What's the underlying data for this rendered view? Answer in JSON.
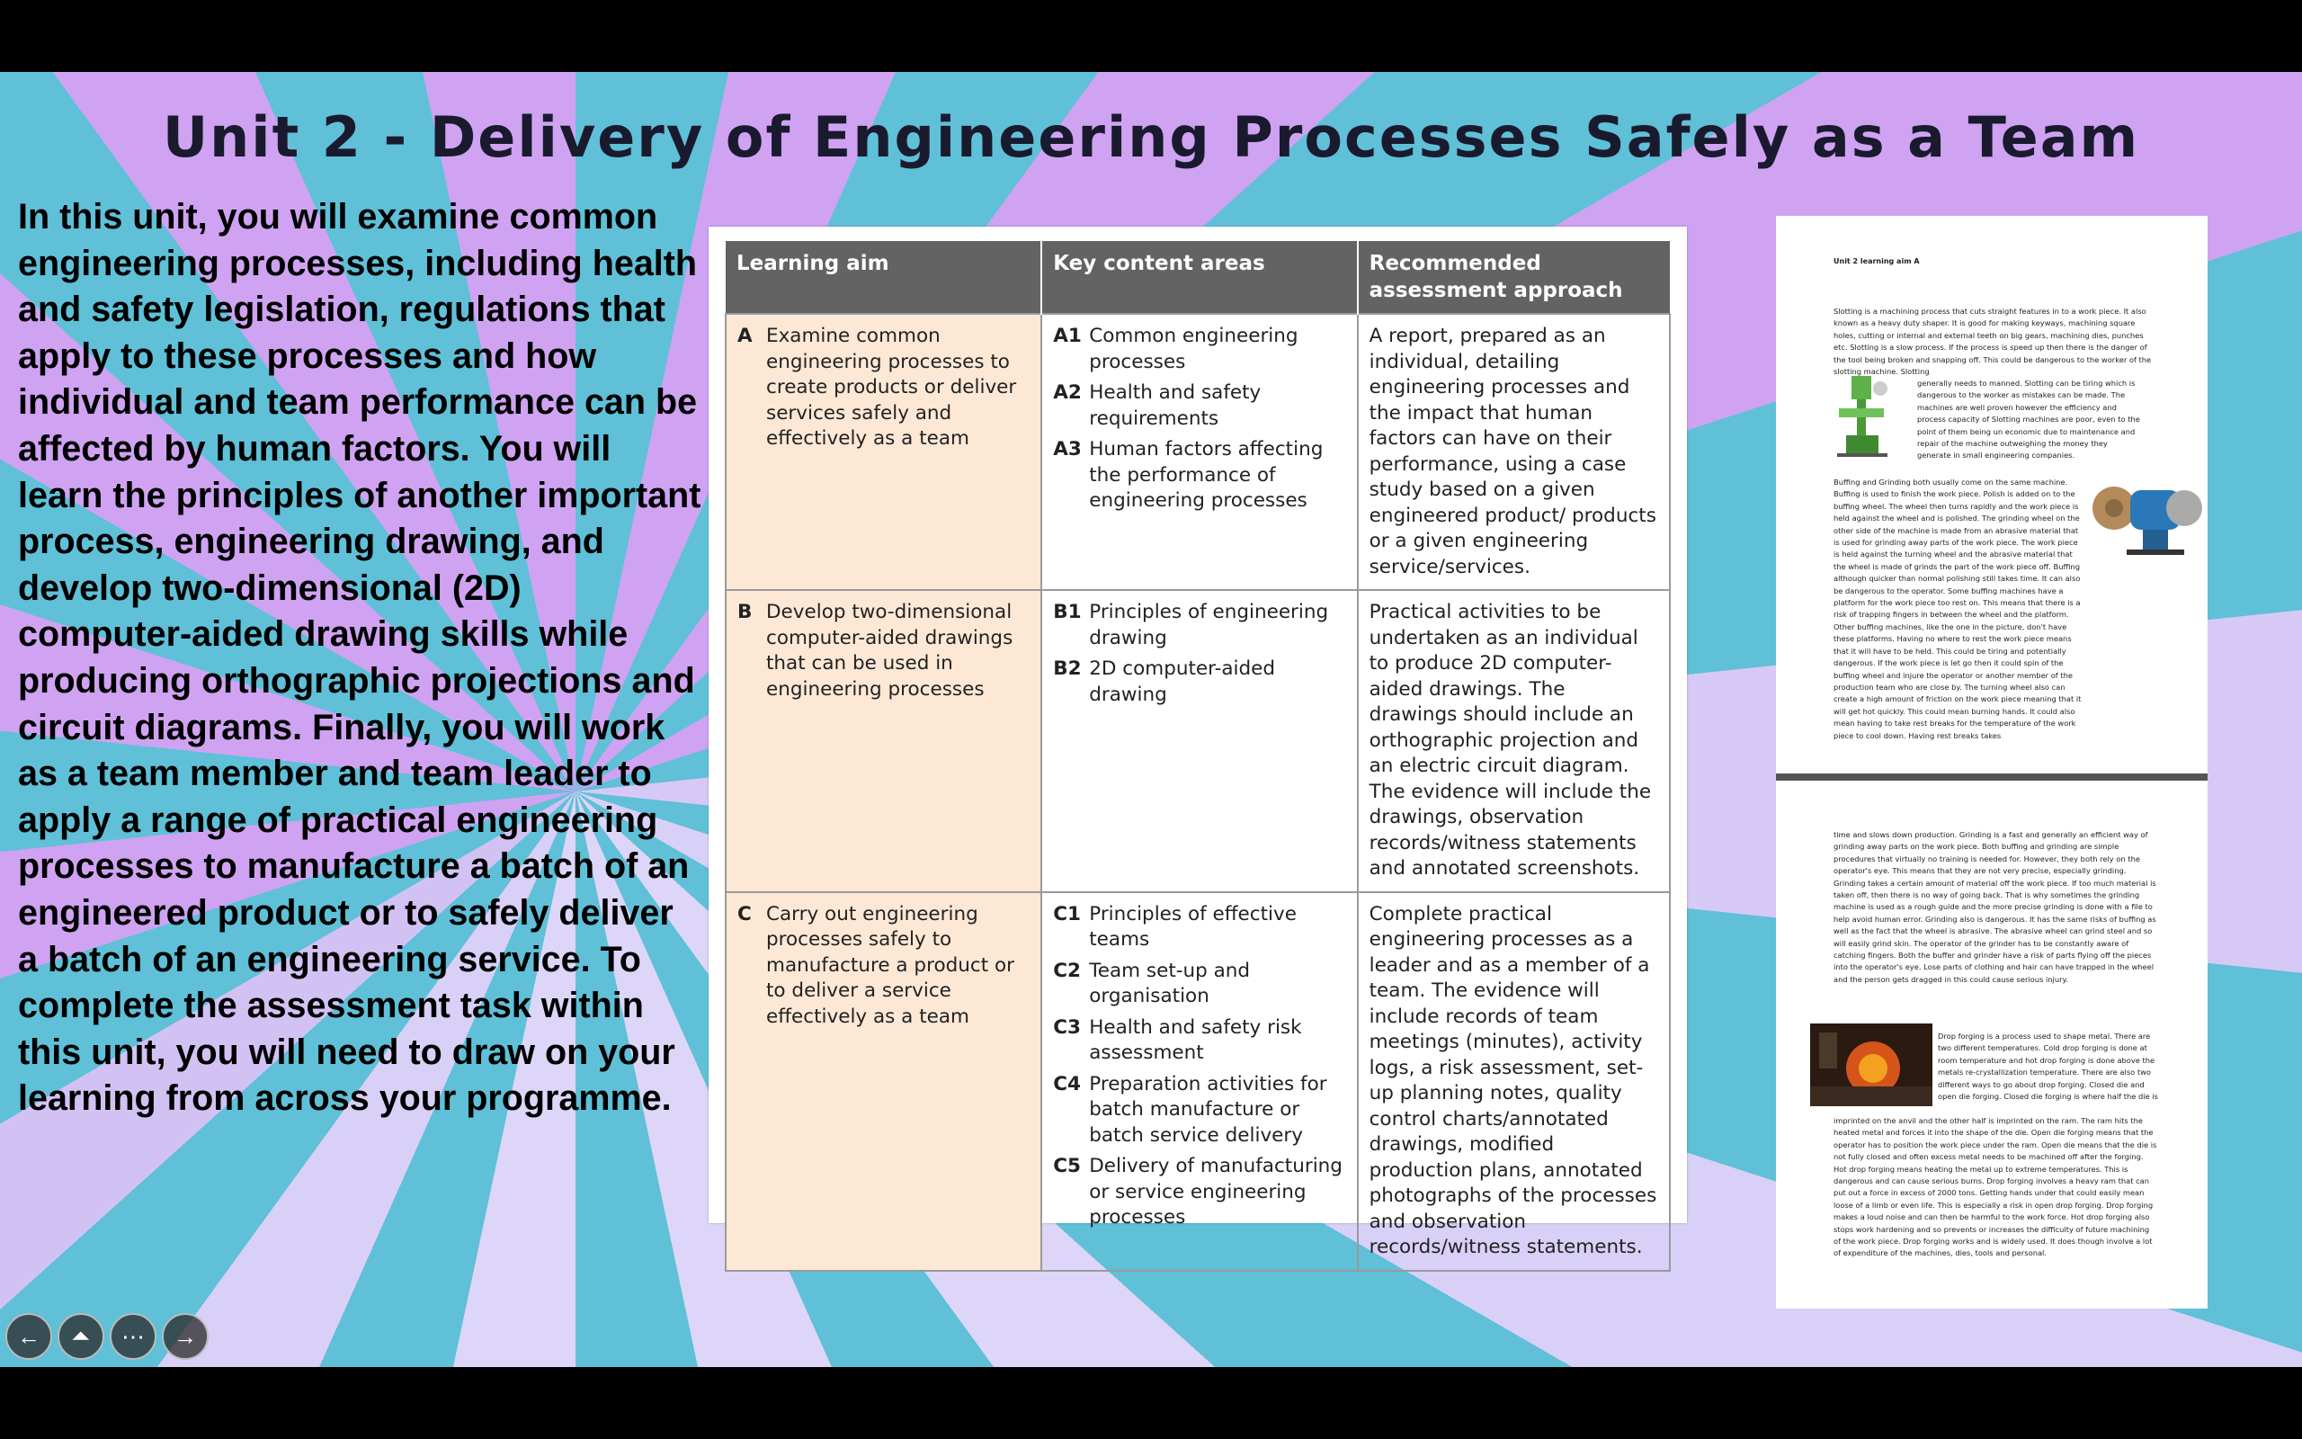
{
  "title": "Unit 2 - Delivery of Engineering Processes Safely as a Team",
  "intro": "In this unit, you will examine common engineering processes, including health and safety legislation, regulations that apply to these processes and how individual and team performance  can be affected by human factors. You will learn the principles of another important process, engineering drawing, and develop two-dimensional (2D) computer-aided drawing skills while producing orthographic projections and circuit diagrams. Finally, you will work as a team member and team leader to apply a range of practical engineering processes to manufacture a batch of  an engineered product or to safely deliver a batch of an engineering service. To complete the assessment task within this unit, you will need to draw on your learning from across your programme.",
  "table": {
    "headers": [
      "Learning aim",
      "Key content areas",
      "Recommended assessment approach"
    ],
    "rows": [
      {
        "letter": "A",
        "aim": "Examine common engineering processes to create products or deliver services safely and effectively as a team",
        "content": [
          {
            "code": "A1",
            "text": "Common engineering processes"
          },
          {
            "code": "A2",
            "text": "Health and safety requirements"
          },
          {
            "code": "A3",
            "text": "Human factors affecting the performance of engineering processes"
          }
        ],
        "assessment": "A report, prepared as an individual, detailing engineering processes and the impact that human factors can have on their performance, using a case study based on a given engineered product/ products or a given engineering service/services."
      },
      {
        "letter": "B",
        "aim": "Develop two-dimensional computer-aided drawings that can be used in engineering processes",
        "content": [
          {
            "code": "B1",
            "text": "Principles of engineering drawing"
          },
          {
            "code": "B2",
            "text": "2D computer-aided drawing"
          }
        ],
        "assessment": "Practical activities to be undertaken as an individual to produce 2D computer-aided drawings. The drawings should include an orthographic projection and an electric circuit diagram. The evidence will include the drawings, observation records/witness statements and annotated screenshots."
      },
      {
        "letter": "C",
        "aim": "Carry out engineering processes safely to manufacture a product or to deliver a service effectively as a team",
        "content": [
          {
            "code": "C1",
            "text": "Principles of effective teams"
          },
          {
            "code": "C2",
            "text": "Team set-up and organisation"
          },
          {
            "code": "C3",
            "text": "Health and safety risk assessment"
          },
          {
            "code": "C4",
            "text": "Preparation activities for batch manufacture or batch service delivery"
          },
          {
            "code": "C5",
            "text": "Delivery of manufacturing or service engineering processes"
          }
        ],
        "assessment": "Complete practical engineering processes as a leader and as a member of a team. The evidence will include records of team meetings (minutes), activity logs, a risk assessment, set-up planning notes, quality control charts/annotated drawings, modified production plans, annotated photographs of the processes and observation records/witness statements."
      }
    ]
  },
  "doc": {
    "heading": "Unit 2 learning aim A",
    "p1": "Slotting is a machining process that cuts straight features in to a work piece. It also known as a heavy duty shaper. It is good for making keyways, machining square holes, cutting or internal and external teeth on big gears, machining dies, punches etc. Slotting is a slow process. If the process is speed up then there is the danger of the tool being broken and snapping off. This could be dangerous to the worker of the slotting machine. Slotting",
    "p2": "generally needs to manned. Slotting can be tiring which is dangerous to the worker as mistakes can be made. The machines are well proven however the efficiency and process capacity of Slotting machines are poor, even to the point of them being un economic due to maintenance and repair of the machine outweighing the money they generate in small engineering companies.",
    "p3": "Buffing and Grinding both usually come on the same machine. Buffing is used to finish the work piece. Polish is added on to the buffing wheel. The wheel then turns rapidly and the work piece is held against the wheel and is polished. The grinding wheel on the other side of the machine is made from an abrasive material that is used for grinding away parts of the work piece. The work piece is held against the turning wheel and the abrasive material that the wheel is made of grinds the part of the work piece off. Buffing although quicker than normal polishing still takes time. It can also be dangerous to the operator. Some buffing machines have a platform for the work piece too rest on. This means that there is a risk of trapping fingers in between the wheel and the platform. Other buffing machines, like the one in the picture, don't have these platforms. Having no where to rest the work piece means that it will have to be held. This could be tiring and potentially dangerous. If the work piece is let go then it could spin of the buffing wheel and injure the operator or another member of the production team who are close by. The turning wheel also can create a high amount of friction on the work piece meaning that it will get hot quickly. This could mean burning hands. It could also mean having to take rest breaks for the temperature of the work piece to cool down. Having rest breaks takes",
    "p4": "time and slows down production. Grinding is a fast and generally an efficient way of grinding away parts on the work piece. Both buffing and grinding are simple procedures that virtually no training is needed for. However, they both rely on the operator's eye. This means that they are not very precise, especially grinding. Grinding takes a certain amount of material off the work piece. If too much material is taken off, then there is no way of going back. That is why sometimes the grinding machine is used as a rough guide and the more precise grinding is done with a file to help avoid human error. Grinding also is dangerous. It has the same risks of buffing as well as the fact that the wheel is abrasive. The abrasive wheel can grind steel and so will easily grind skin. The operator of the grinder has to be constantly aware of catching fingers. Both the buffer and grinder have a risk of parts flying off the pieces into the operator's eye. Lose parts of clothing and hair can have trapped in the wheel and the person gets dragged in this could cause serious injury.",
    "p5": "Drop forging is a process used to shape metal. There are two different temperatures. Cold drop forging is done at room temperature and hot drop forging is done above the metals re-crystallization temperature. There are also two different ways to go about drop forging. Closed die and open die forging. Closed die forging is where half the die is",
    "p6": "imprinted on the anvil and the other half is imprinted on the ram. The ram hits the heated metal and forces it into the shape of the die. Open die forging means that the operator has to position the work piece under the ram. Open die means that the die is not fully closed and often excess metal needs to be machined off after the forging. Hot drop forging means heating the metal up to extreme temperatures. This is dangerous and can cause serious burns. Drop forging involves a heavy ram that can put out a force in excess of 2000 tons. Getting hands under that could easily mean loose of a limb or even life. This is especially a risk in open drop forging. Drop forging makes a loud noise and can then be harmful to the work force. Hot drop forging also stops work hardening and so prevents or increases the difficulty of future machining of the work piece. Drop forging works and is widely used. It does though involve a lot of expenditure of the machines, dies, tools and personal."
  },
  "nav": {
    "prev": "←",
    "pointer": "⏶",
    "more": "⋯",
    "next": "→"
  }
}
